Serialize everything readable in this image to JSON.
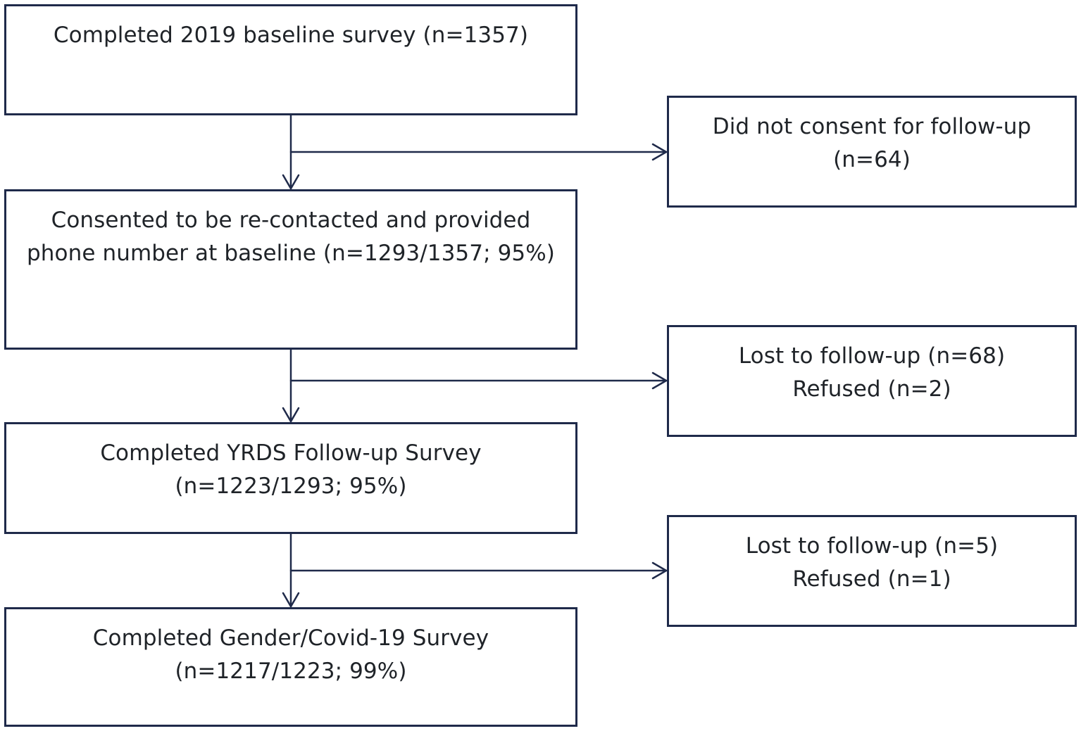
{
  "flow": {
    "baseline": {
      "lines": [
        "Completed 2019 baseline survey (n=1357)"
      ]
    },
    "consented": {
      "lines": [
        "Consented to be re-contacted and provided",
        "phone number at baseline (n=1293/1357; 95%)"
      ]
    },
    "yrds": {
      "lines": [
        "Completed YRDS Follow-up Survey",
        "(n=1223/1293; 95%)"
      ]
    },
    "gender": {
      "lines": [
        "Completed Gender/Covid-19 Survey",
        "(n=1217/1223; 99%)"
      ]
    }
  },
  "exclusions": {
    "no_consent": {
      "lines": [
        "Did not consent for follow-up",
        "(n=64)"
      ]
    },
    "lost_1": {
      "lines": [
        "Lost to follow-up (n=68)",
        "Refused (n=2)"
      ]
    },
    "lost_2": {
      "lines": [
        "Lost to follow-up (n=5)",
        "Refused (n=1)"
      ]
    }
  },
  "colors": {
    "border": "#1f2a4a",
    "arrow": "#1f2a4a",
    "text": "#1f2328"
  }
}
